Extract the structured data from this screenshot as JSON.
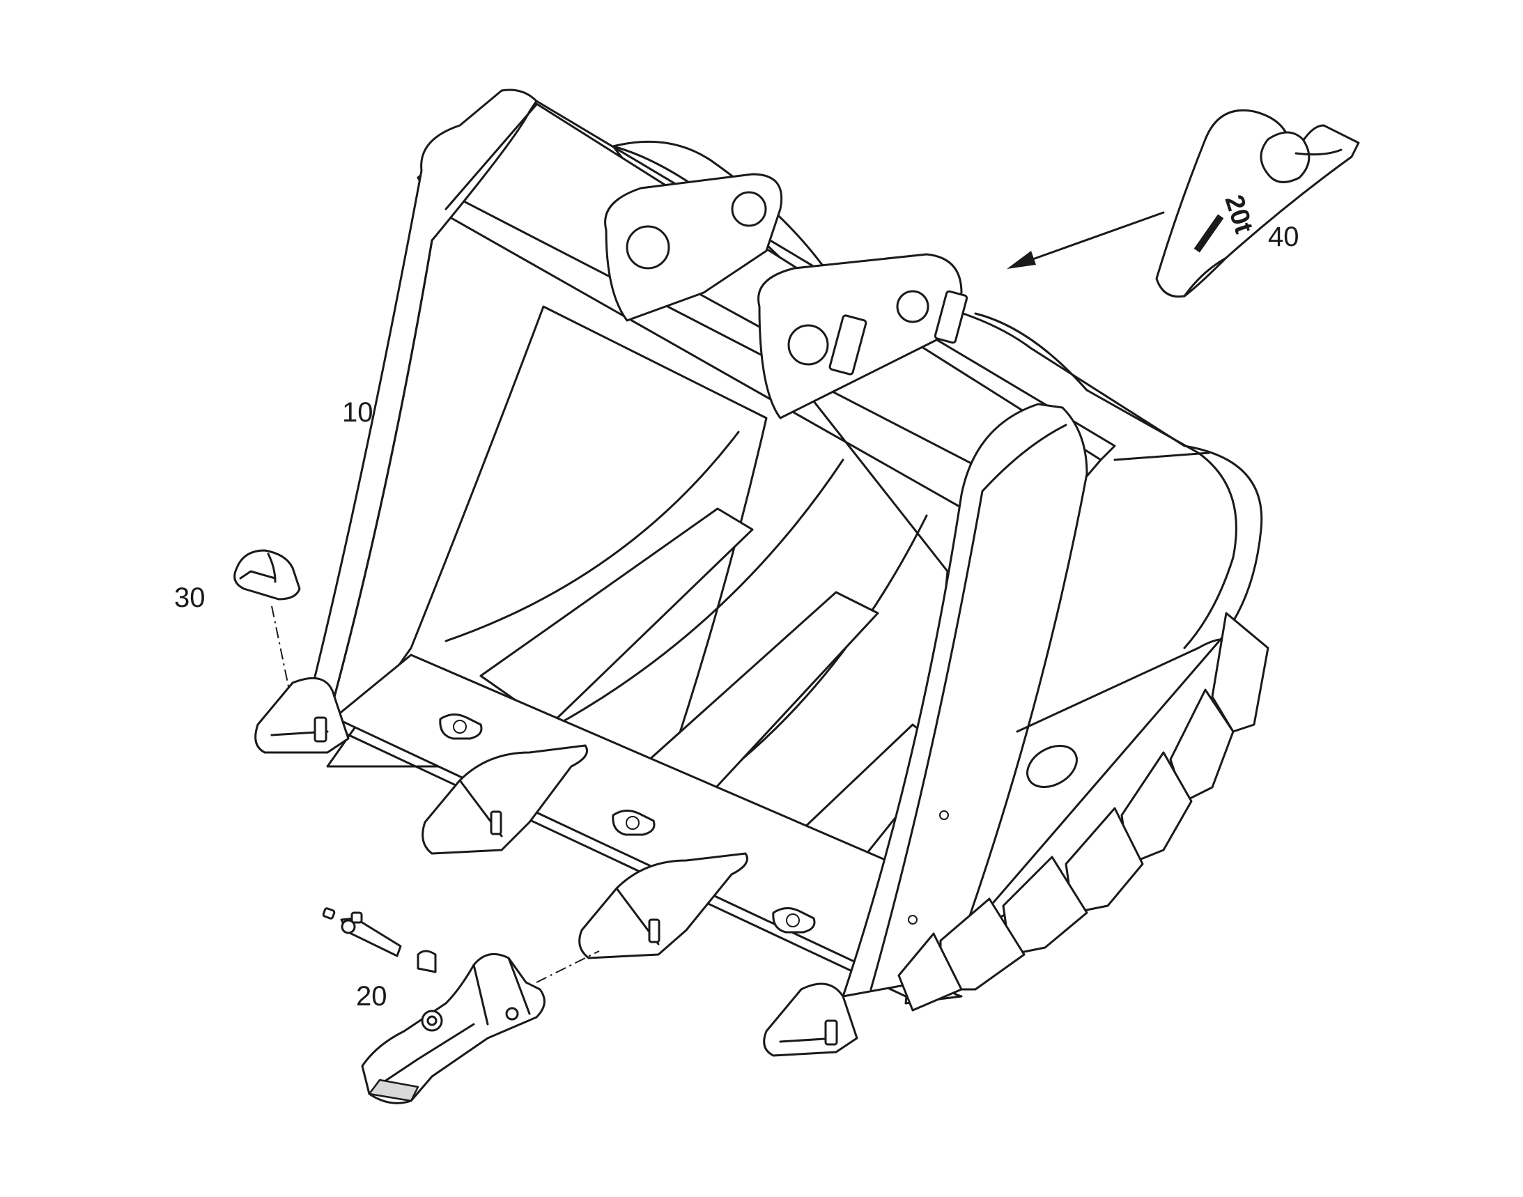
{
  "diagram": {
    "callouts": [
      {
        "id": "10",
        "label": "10"
      },
      {
        "id": "20",
        "label": "20"
      },
      {
        "id": "30",
        "label": "30"
      },
      {
        "id": "40",
        "label": "40"
      }
    ],
    "lifting_eye_marking": "20t"
  },
  "colors": {
    "line": "#1a1a1a",
    "background": "#ffffff",
    "shade": "#d9d9d9"
  }
}
